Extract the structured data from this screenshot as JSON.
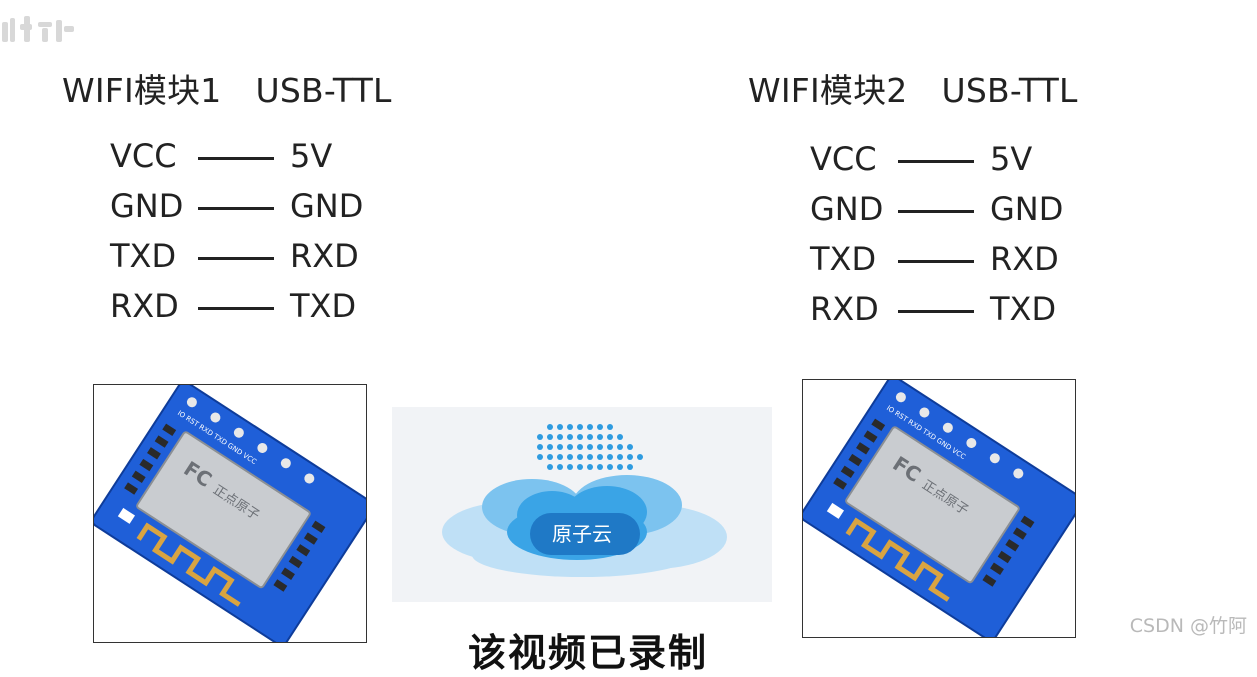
{
  "group_left": {
    "heading_module": "WIFI模块1",
    "heading_adapter": "USB-TTL",
    "rows": [
      {
        "left": "VCC",
        "right": "5V"
      },
      {
        "left": "GND",
        "right": "GND"
      },
      {
        "left": "TXD",
        "right": "RXD"
      },
      {
        "left": "RXD",
        "right": "TXD"
      }
    ]
  },
  "group_right": {
    "heading_module": "WIFI模块2",
    "heading_adapter": "USB-TTL",
    "rows": [
      {
        "left": "VCC",
        "right": "5V"
      },
      {
        "left": "GND",
        "right": "GND"
      },
      {
        "left": "TXD",
        "right": "RXD"
      },
      {
        "left": "RXD",
        "right": "TXD"
      }
    ]
  },
  "cloud": {
    "label": "原子云"
  },
  "module_board": {
    "pin_header_label": "IO RST RXD TXD GND VCC",
    "shield_text": "正点原子",
    "shield_mark": "FC"
  },
  "caption": "该视频已录制",
  "watermark": "CSDN @竹阿",
  "colors": {
    "board_blue": "#1f5fd8",
    "cloud_blue": "#2f9be0",
    "text": "#222222"
  },
  "icons": [
    "double-arrow-icon",
    "cloud-icon",
    "wifi-module-icon",
    "logo-mark-icon"
  ]
}
